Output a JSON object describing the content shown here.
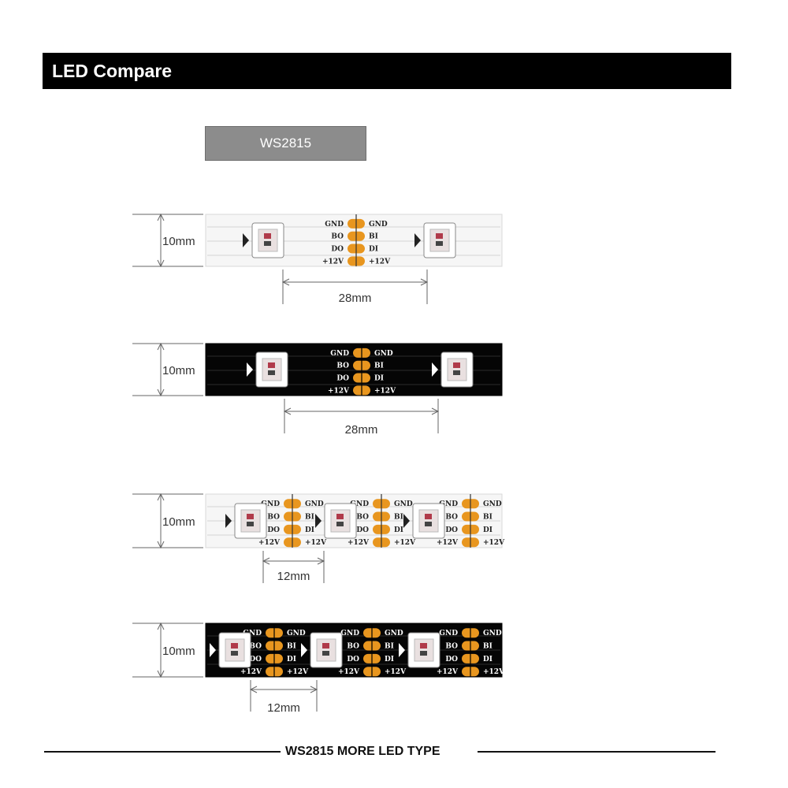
{
  "header": {
    "title": "LED Compare"
  },
  "model": {
    "label": "WS2815"
  },
  "strips": [
    {
      "width": "10mm",
      "pitch": "28mm",
      "color": "white",
      "density": "sparse"
    },
    {
      "width": "10mm",
      "pitch": "28mm",
      "color": "black",
      "density": "sparse"
    },
    {
      "width": "10mm",
      "pitch": "12mm",
      "color": "white",
      "density": "dense"
    },
    {
      "width": "10mm",
      "pitch": "12mm",
      "color": "black",
      "density": "dense"
    }
  ],
  "pad_labels": {
    "gnd": "GND",
    "bo": "BO",
    "bi": "BI",
    "do": "DO",
    "di": "DI",
    "v": "+12V"
  },
  "footer": {
    "title": "WS2815 MORE LED TYPE"
  },
  "colors": {
    "pad": "#e8961f",
    "header_bg": "#000000",
    "tag_bg": "#8c8c8c"
  }
}
